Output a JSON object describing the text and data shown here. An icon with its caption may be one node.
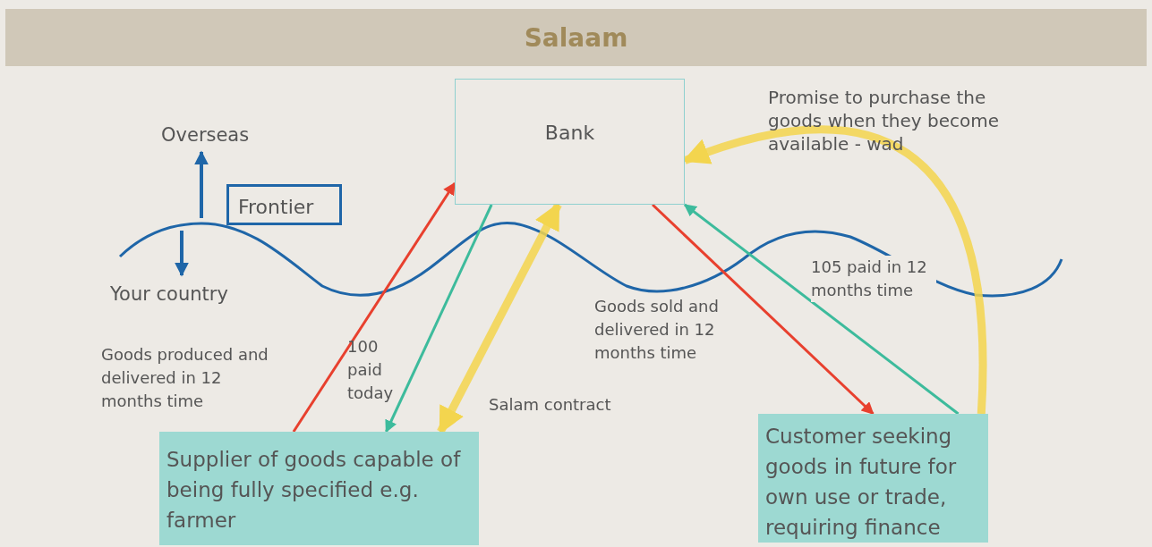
{
  "diagram": {
    "title": "Salaam",
    "nodes": [
      {
        "text": [
          "Bank"
        ]
      },
      {
        "text": [
          "Frontier"
        ]
      },
      {
        "text": [
          "Supplier of goods capable of being fully specified e.g. farmer"
        ]
      },
      {
        "text": [
          "Customer seeking goods in future for own use or trade, requiring finance"
        ]
      }
    ],
    "edges": [
      {
        "from": 2,
        "to": 0,
        "arrow": "to",
        "color": "#e8402e",
        "label": "Goods produced and delivered in 12 months time"
      },
      {
        "from": 0,
        "to": 2,
        "arrow": "to",
        "color": "#3dbb9c",
        "label": "100 paid today"
      },
      {
        "from": 0,
        "to": 2,
        "arrow": "both",
        "style": "thick",
        "color": "#f3d54e",
        "label": "Salam contract"
      },
      {
        "from": 0,
        "to": 3,
        "arrow": "to",
        "color": "#e8402e",
        "label": "Goods sold and delivered in 12 months time"
      },
      {
        "from": 3,
        "to": 0,
        "arrow": "to",
        "color": "#3dbb9c",
        "label": "105 paid in 12 months time"
      },
      {
        "from": 3,
        "to": 0,
        "arrow": "to",
        "style": "thick",
        "color": "#f3d54e",
        "label": "Promise to purchase the goods when they become available - wad"
      }
    ],
    "labels": [
      "Overseas",
      "Your country"
    ]
  }
}
